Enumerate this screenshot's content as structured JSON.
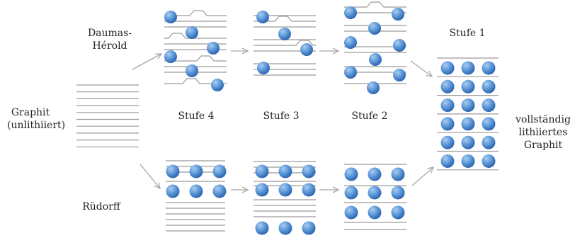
{
  "labels": {
    "graphit": "Graphit",
    "unlithiiert": "(unlithiiert)",
    "daumas": "Daumas-",
    "herold": "Hérold",
    "ruedorff": "Rüdorff",
    "stufe4": "Stufe 4",
    "stufe3": "Stufe 3",
    "stufe2": "Stufe 2",
    "stufe1": "Stufe 1",
    "voll": "vollständig",
    "lithiiertes": "lithiiertes",
    "graphit2": "Graphit"
  },
  "colors": {
    "layer_line": "#9a9a9a",
    "arrow": "#a8a8a8",
    "ion_light": "#a9cdf0",
    "ion_mid": "#5b97d8",
    "ion_dark": "#2e66b0"
  }
}
